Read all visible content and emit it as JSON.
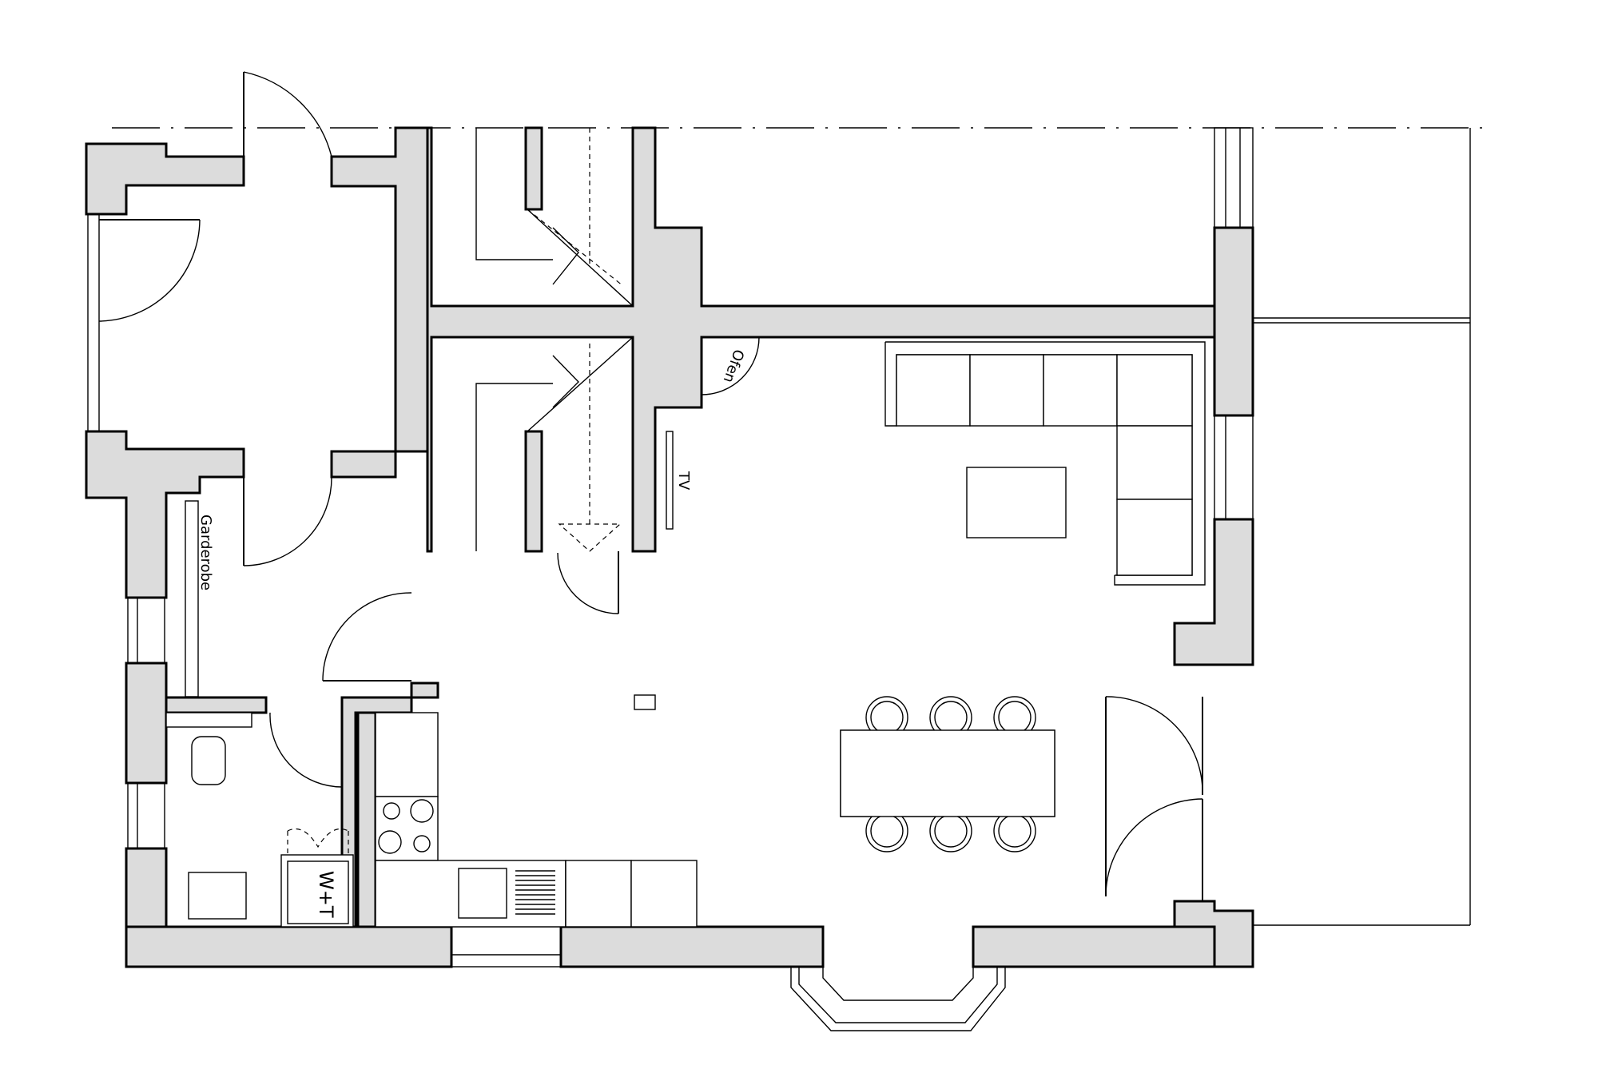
{
  "labels": {
    "garderobe": "Garderobe",
    "ofen": "Ofen",
    "tv": "TV",
    "washer_dryer": "W+T"
  }
}
